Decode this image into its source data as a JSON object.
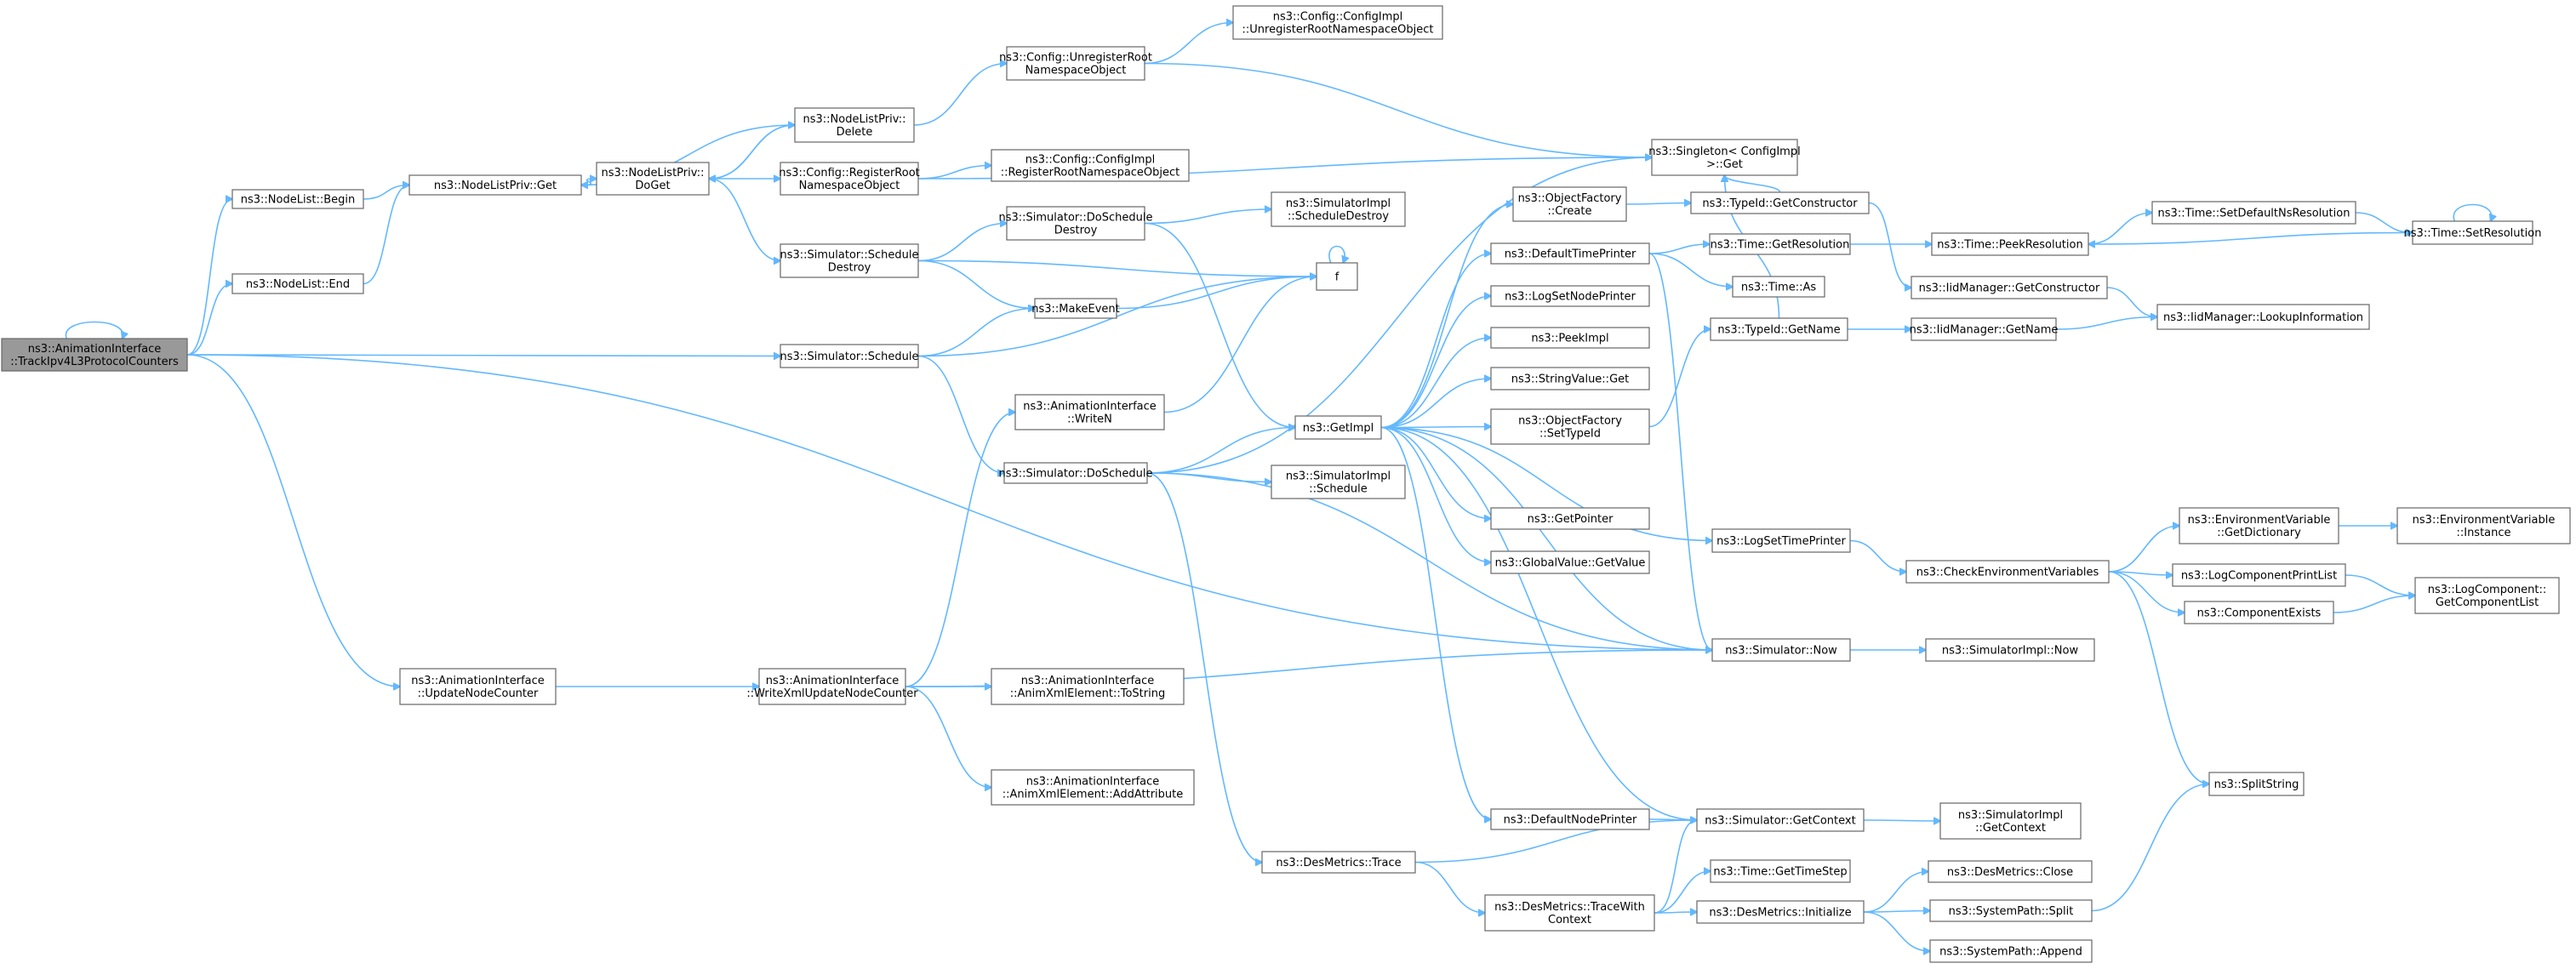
{
  "diagram": {
    "nodes": [
      {
        "id": "root",
        "lines": [
          "ns3::AnimationInterface",
          "::TrackIpv4L3ProtocolCounters"
        ],
        "root": true
      },
      {
        "id": "nl_begin",
        "lines": [
          "ns3::NodeList::Begin"
        ]
      },
      {
        "id": "nl_end",
        "lines": [
          "ns3::NodeList::End"
        ]
      },
      {
        "id": "nlp_get",
        "lines": [
          "ns3::NodeListPriv::Get"
        ]
      },
      {
        "id": "nlp_doget",
        "lines": [
          "ns3::NodeListPriv::",
          "DoGet"
        ]
      },
      {
        "id": "nlp_delete",
        "lines": [
          "ns3::NodeListPriv::",
          "Delete"
        ]
      },
      {
        "id": "cfg_unreg",
        "lines": [
          "ns3::Config::UnregisterRoot",
          "NamespaceObject"
        ]
      },
      {
        "id": "cfgimpl_unreg",
        "lines": [
          "ns3::Config::ConfigImpl",
          "::UnregisterRootNamespaceObject"
        ]
      },
      {
        "id": "cfg_reg",
        "lines": [
          "ns3::Config::RegisterRoot",
          "NamespaceObject"
        ]
      },
      {
        "id": "cfgimpl_reg",
        "lines": [
          "ns3::Config::ConfigImpl",
          "::RegisterRootNamespaceObject"
        ]
      },
      {
        "id": "singleton",
        "lines": [
          "ns3::Singleton< ConfigImpl",
          ">::Get"
        ]
      },
      {
        "id": "sim_schdestroy",
        "lines": [
          "ns3::Simulator::Schedule",
          "Destroy"
        ]
      },
      {
        "id": "sim_doschdestroy",
        "lines": [
          "ns3::Simulator::DoSchedule",
          "Destroy"
        ]
      },
      {
        "id": "simimpl_schdestroy",
        "lines": [
          "ns3::SimulatorImpl",
          "::ScheduleDestroy"
        ]
      },
      {
        "id": "f",
        "lines": [
          "f"
        ]
      },
      {
        "id": "makeevent",
        "lines": [
          "ns3::MakeEvent"
        ]
      },
      {
        "id": "sim_schedule",
        "lines": [
          "ns3::Simulator::Schedule"
        ]
      },
      {
        "id": "ai_writen",
        "lines": [
          "ns3::AnimationInterface",
          "::WriteN"
        ]
      },
      {
        "id": "sim_doschedule",
        "lines": [
          "ns3::Simulator::DoSchedule"
        ]
      },
      {
        "id": "getimpl",
        "lines": [
          "ns3::GetImpl"
        ]
      },
      {
        "id": "simimpl_schedule",
        "lines": [
          "ns3::SimulatorImpl",
          "::Schedule"
        ]
      },
      {
        "id": "of_create",
        "lines": [
          "ns3::ObjectFactory",
          "::Create"
        ]
      },
      {
        "id": "deftimeprinter",
        "lines": [
          "ns3::DefaultTimePrinter"
        ]
      },
      {
        "id": "logsetnodeprinter",
        "lines": [
          "ns3::LogSetNodePrinter"
        ]
      },
      {
        "id": "peekimpl",
        "lines": [
          "ns3::PeekImpl"
        ]
      },
      {
        "id": "stringvalue_get",
        "lines": [
          "ns3::StringValue::Get"
        ]
      },
      {
        "id": "of_settypeid",
        "lines": [
          "ns3::ObjectFactory",
          "::SetTypeId"
        ]
      },
      {
        "id": "getpointer",
        "lines": [
          "ns3::GetPointer"
        ]
      },
      {
        "id": "globalvalue_get",
        "lines": [
          "ns3::GlobalValue::GetValue"
        ]
      },
      {
        "id": "typeid_getctor",
        "lines": [
          "ns3::TypeId::GetConstructor"
        ]
      },
      {
        "id": "time_getres",
        "lines": [
          "ns3::Time::GetResolution"
        ]
      },
      {
        "id": "time_as",
        "lines": [
          "ns3::Time::As"
        ]
      },
      {
        "id": "iid_getctor",
        "lines": [
          "ns3::IidManager::GetConstructor"
        ]
      },
      {
        "id": "typeid_getname",
        "lines": [
          "ns3::TypeId::GetName"
        ]
      },
      {
        "id": "iid_getname",
        "lines": [
          "ns3::IidManager::GetName"
        ]
      },
      {
        "id": "iid_lookup",
        "lines": [
          "ns3::IidManager::LookupInformation"
        ]
      },
      {
        "id": "time_peekres",
        "lines": [
          "ns3::Time::PeekResolution"
        ]
      },
      {
        "id": "time_setdefns",
        "lines": [
          "ns3::Time::SetDefaultNsResolution"
        ]
      },
      {
        "id": "time_setres",
        "lines": [
          "ns3::Time::SetResolution"
        ]
      },
      {
        "id": "logsettimeprinter",
        "lines": [
          "ns3::LogSetTimePrinter"
        ]
      },
      {
        "id": "checkenv",
        "lines": [
          "ns3::CheckEnvironmentVariables"
        ]
      },
      {
        "id": "envvar_getdict",
        "lines": [
          "ns3::EnvironmentVariable",
          "::GetDictionary"
        ]
      },
      {
        "id": "envvar_instance",
        "lines": [
          "ns3::EnvironmentVariable",
          "::Instance"
        ]
      },
      {
        "id": "logcompprintlist",
        "lines": [
          "ns3::LogComponentPrintList"
        ]
      },
      {
        "id": "compexists",
        "lines": [
          "ns3::ComponentExists"
        ]
      },
      {
        "id": "logcomp_getlist",
        "lines": [
          "ns3::LogComponent::",
          "GetComponentList"
        ]
      },
      {
        "id": "sim_now",
        "lines": [
          "ns3::Simulator::Now"
        ]
      },
      {
        "id": "simimpl_now",
        "lines": [
          "ns3::SimulatorImpl::Now"
        ]
      },
      {
        "id": "ai_updatenodecounter",
        "lines": [
          "ns3::AnimationInterface",
          "::UpdateNodeCounter"
        ]
      },
      {
        "id": "ai_writexml",
        "lines": [
          "ns3::AnimationInterface",
          "::WriteXmlUpdateNodeCounter"
        ]
      },
      {
        "id": "ai_tostring",
        "lines": [
          "ns3::AnimationInterface",
          "::AnimXmlElement::ToString"
        ]
      },
      {
        "id": "ai_addattr",
        "lines": [
          "ns3::AnimationInterface",
          "::AnimXmlElement::AddAttribute"
        ]
      },
      {
        "id": "splitstring",
        "lines": [
          "ns3::SplitString"
        ]
      },
      {
        "id": "defnodeprinter",
        "lines": [
          "ns3::DefaultNodePrinter"
        ]
      },
      {
        "id": "sim_getcontext",
        "lines": [
          "ns3::Simulator::GetContext"
        ]
      },
      {
        "id": "simimpl_getcontext",
        "lines": [
          "ns3::SimulatorImpl",
          "::GetContext"
        ]
      },
      {
        "id": "desm_trace",
        "lines": [
          "ns3::DesMetrics::Trace"
        ]
      },
      {
        "id": "desm_tracewith",
        "lines": [
          "ns3::DesMetrics::TraceWith",
          "Context"
        ]
      },
      {
        "id": "time_gettimestep",
        "lines": [
          "ns3::Time::GetTimeStep"
        ]
      },
      {
        "id": "desm_init",
        "lines": [
          "ns3::DesMetrics::Initialize"
        ]
      },
      {
        "id": "desm_close",
        "lines": [
          "ns3::DesMetrics::Close"
        ]
      },
      {
        "id": "syspath_split",
        "lines": [
          "ns3::SystemPath::Split"
        ]
      },
      {
        "id": "syspath_append",
        "lines": [
          "ns3::SystemPath::Append"
        ]
      }
    ],
    "edges": [
      [
        "root",
        "root"
      ],
      [
        "root",
        "nl_begin"
      ],
      [
        "root",
        "nl_end"
      ],
      [
        "root",
        "sim_schedule"
      ],
      [
        "root",
        "sim_now"
      ],
      [
        "root",
        "ai_updatenodecounter"
      ],
      [
        "nl_begin",
        "nlp_get"
      ],
      [
        "nl_end",
        "nlp_get"
      ],
      [
        "nlp_get",
        "nlp_doget"
      ],
      [
        "nlp_doget",
        "nlp_delete"
      ],
      [
        "nlp_delete",
        "nlp_doget"
      ],
      [
        "nlp_delete",
        "nlp_get"
      ],
      [
        "nlp_delete",
        "cfg_unreg"
      ],
      [
        "nlp_doget",
        "cfg_reg"
      ],
      [
        "nlp_doget",
        "sim_schdestroy"
      ],
      [
        "cfg_unreg",
        "cfgimpl_unreg"
      ],
      [
        "cfg_unreg",
        "singleton"
      ],
      [
        "cfg_reg",
        "cfgimpl_reg"
      ],
      [
        "cfg_reg",
        "singleton"
      ],
      [
        "sim_schdestroy",
        "sim_doschdestroy"
      ],
      [
        "sim_schdestroy",
        "f"
      ],
      [
        "sim_schdestroy",
        "makeevent"
      ],
      [
        "sim_doschdestroy",
        "simimpl_schdestroy"
      ],
      [
        "sim_doschdestroy",
        "getimpl"
      ],
      [
        "f",
        "f"
      ],
      [
        "makeevent",
        "f"
      ],
      [
        "sim_schedule",
        "makeevent"
      ],
      [
        "sim_schedule",
        "f"
      ],
      [
        "sim_schedule",
        "sim_doschedule"
      ],
      [
        "ai_writen",
        "f"
      ],
      [
        "sim_doschedule",
        "getimpl"
      ],
      [
        "sim_doschedule",
        "simimpl_schedule"
      ],
      [
        "sim_doschedule",
        "singleton"
      ],
      [
        "sim_doschedule",
        "sim_now"
      ],
      [
        "sim_doschedule",
        "desm_trace"
      ],
      [
        "getimpl",
        "of_create"
      ],
      [
        "getimpl",
        "deftimeprinter"
      ],
      [
        "getimpl",
        "logsetnodeprinter"
      ],
      [
        "getimpl",
        "peekimpl"
      ],
      [
        "getimpl",
        "stringvalue_get"
      ],
      [
        "getimpl",
        "of_settypeid"
      ],
      [
        "getimpl",
        "getpointer"
      ],
      [
        "getimpl",
        "globalvalue_get"
      ],
      [
        "getimpl",
        "logsettimeprinter"
      ],
      [
        "getimpl",
        "sim_now"
      ],
      [
        "getimpl",
        "defnodeprinter"
      ],
      [
        "getimpl",
        "sim_getcontext"
      ],
      [
        "of_create",
        "typeid_getctor"
      ],
      [
        "typeid_getctor",
        "singleton"
      ],
      [
        "typeid_getctor",
        "iid_getctor"
      ],
      [
        "deftimeprinter",
        "time_getres"
      ],
      [
        "deftimeprinter",
        "time_as"
      ],
      [
        "deftimeprinter",
        "sim_now"
      ],
      [
        "time_getres",
        "time_peekres"
      ],
      [
        "time_peekres",
        "time_setdefns"
      ],
      [
        "time_setdefns",
        "time_setres"
      ],
      [
        "time_setres",
        "time_setres"
      ],
      [
        "time_setres",
        "time_peekres"
      ],
      [
        "iid_getctor",
        "iid_lookup"
      ],
      [
        "of_settypeid",
        "typeid_getname"
      ],
      [
        "typeid_getname",
        "iid_getname"
      ],
      [
        "typeid_getname",
        "singleton"
      ],
      [
        "iid_getname",
        "iid_lookup"
      ],
      [
        "logsettimeprinter",
        "checkenv"
      ],
      [
        "checkenv",
        "envvar_getdict"
      ],
      [
        "checkenv",
        "logcompprintlist"
      ],
      [
        "checkenv",
        "compexists"
      ],
      [
        "checkenv",
        "splitstring"
      ],
      [
        "envvar_getdict",
        "envvar_instance"
      ],
      [
        "logcompprintlist",
        "logcomp_getlist"
      ],
      [
        "compexists",
        "logcomp_getlist"
      ],
      [
        "sim_now",
        "simimpl_now"
      ],
      [
        "ai_updatenodecounter",
        "ai_writexml"
      ],
      [
        "ai_writexml",
        "ai_writen"
      ],
      [
        "ai_writexml",
        "ai_tostring"
      ],
      [
        "ai_writexml",
        "ai_addattr"
      ],
      [
        "ai_writexml",
        "sim_now"
      ],
      [
        "defnodeprinter",
        "sim_getcontext"
      ],
      [
        "sim_getcontext",
        "simimpl_getcontext"
      ],
      [
        "desm_trace",
        "sim_getcontext"
      ],
      [
        "desm_trace",
        "desm_tracewith"
      ],
      [
        "desm_tracewith",
        "sim_getcontext"
      ],
      [
        "desm_tracewith",
        "time_gettimestep"
      ],
      [
        "desm_tracewith",
        "desm_init"
      ],
      [
        "desm_init",
        "desm_close"
      ],
      [
        "desm_init",
        "syspath_split"
      ],
      [
        "desm_init",
        "syspath_append"
      ],
      [
        "syspath_split",
        "splitstring"
      ]
    ]
  }
}
